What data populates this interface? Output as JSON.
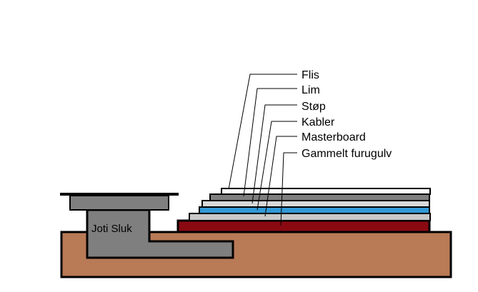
{
  "diagram": {
    "drain_label": "Joti Sluk",
    "layers": [
      {
        "label": "Flis",
        "color": "#ffffff"
      },
      {
        "label": "Lim",
        "color": "#7f7f7f"
      },
      {
        "label": "Støp",
        "color": "#d9d9d9"
      },
      {
        "label": "Kabler",
        "color": "#3399d6"
      },
      {
        "label": "Masterboard",
        "color": "#c8c8c8"
      },
      {
        "label": "Gammelt furugulv",
        "color": "#8b0a12"
      }
    ],
    "colors": {
      "base": "#b97a56",
      "drain": "#7f7f7f",
      "drain_cap": "#7f7f7f",
      "outline": "#000000"
    }
  }
}
